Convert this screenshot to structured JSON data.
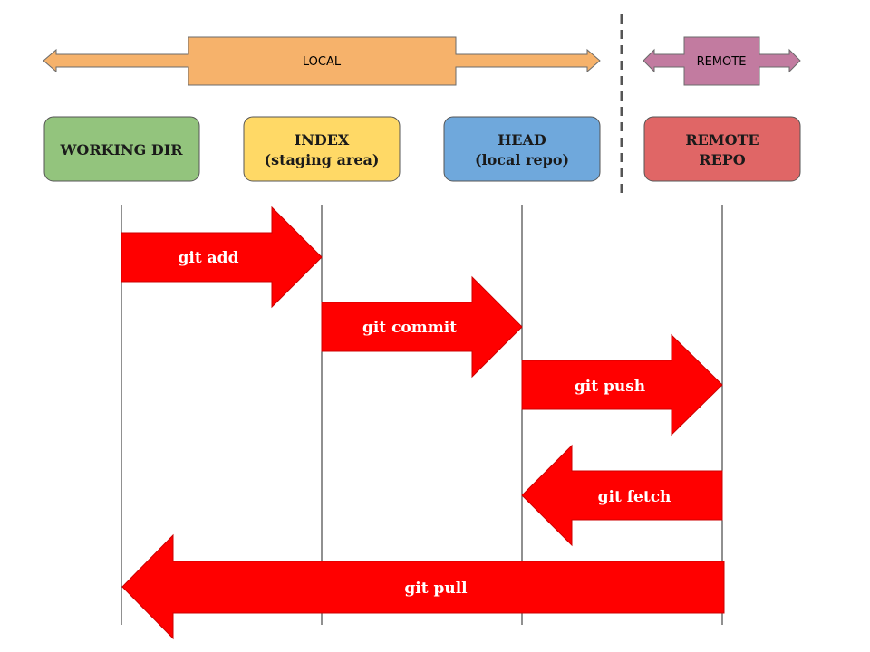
{
  "scope": {
    "local_label": "LOCAL",
    "remote_label": "REMOTE"
  },
  "columns": [
    {
      "id": "working-dir",
      "line1": "WORKING DIR",
      "line2": "",
      "color": "#93c47d"
    },
    {
      "id": "index",
      "line1": "INDEX",
      "line2": "(staging area)",
      "color": "#ffd966"
    },
    {
      "id": "head",
      "line1": "HEAD",
      "line2": "(local repo)",
      "color": "#6fa8dc"
    },
    {
      "id": "remote-repo",
      "line1": "REMOTE",
      "line2": "REPO",
      "color": "#e06666"
    }
  ],
  "commands": [
    {
      "label": "git add",
      "from": "working-dir",
      "to": "index"
    },
    {
      "label": "git commit",
      "from": "index",
      "to": "head"
    },
    {
      "label": "git push",
      "from": "head",
      "to": "remote-repo"
    },
    {
      "label": "git fetch",
      "from": "remote-repo",
      "to": "head"
    },
    {
      "label": "git pull",
      "from": "remote-repo",
      "to": "working-dir"
    }
  ],
  "colors": {
    "local_arrow": "#f6b26b",
    "remote_arrow": "#c27ba0",
    "command_arrow": "#ff0000",
    "command_arrow_stroke": "#cc0000"
  }
}
